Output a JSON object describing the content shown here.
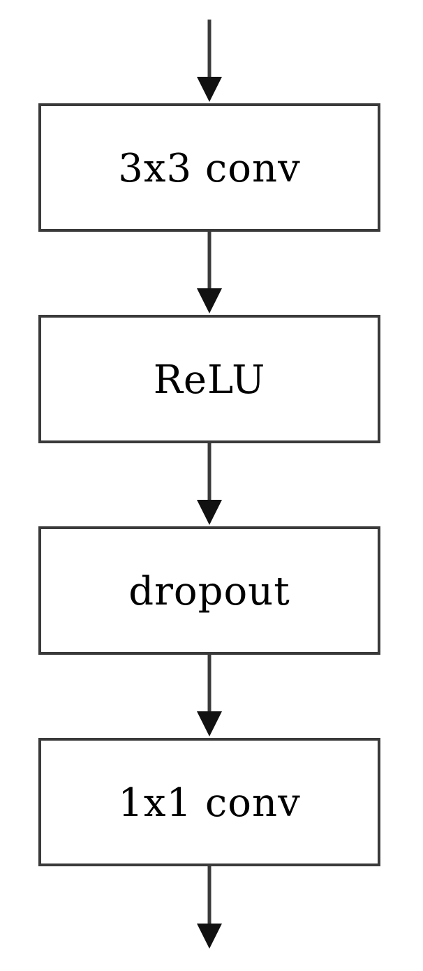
{
  "diagram": {
    "blocks": [
      {
        "label": "3x3 conv"
      },
      {
        "label": "ReLU"
      },
      {
        "label": "dropout"
      },
      {
        "label": "1x1 conv"
      }
    ],
    "colors": {
      "line": "#3a3a3a",
      "box_border": "#3a3a3a",
      "box_fill": "#ffffff",
      "text": "#000000"
    }
  }
}
